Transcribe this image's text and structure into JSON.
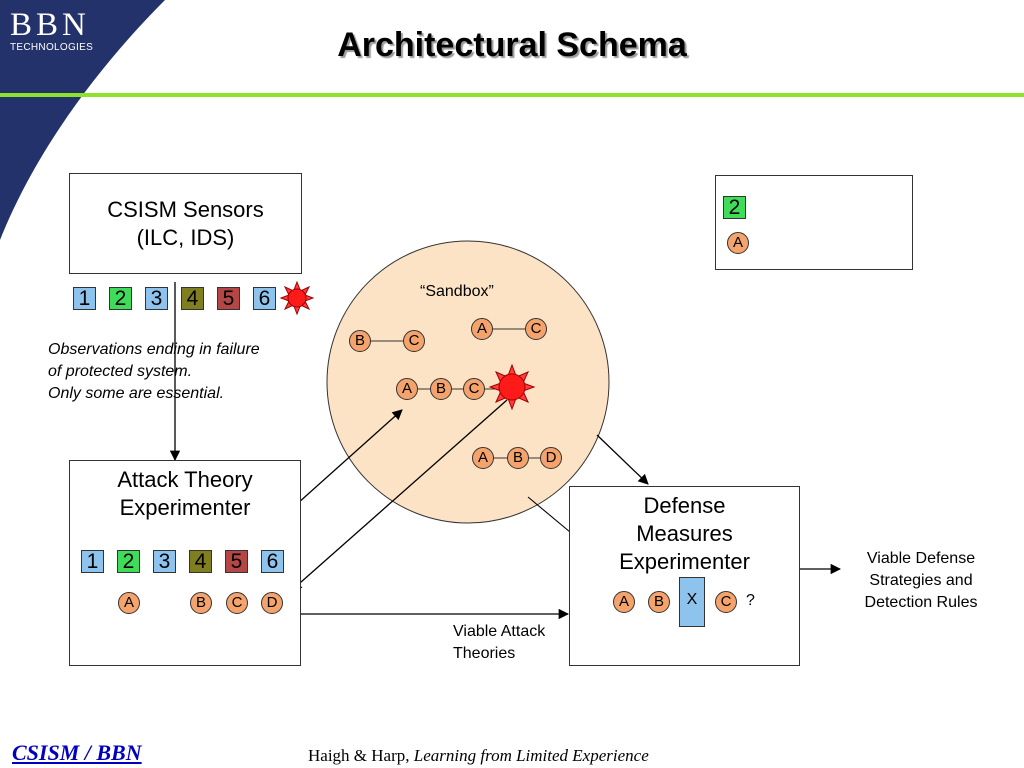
{
  "logo": {
    "main": "BBN",
    "sub": "TECHNOLOGIES"
  },
  "title": "Architectural Schema",
  "colors": {
    "num_1": "#8ec3ee",
    "num_2": "#3fdc5a",
    "num_3": "#8ec3ee",
    "num_4": "#7f7f20",
    "num_5": "#b54646",
    "num_6": "#8ec3ee",
    "circle": "#f4a36c",
    "sandbox": "#fde3c6",
    "star": "#ff1a1a",
    "accent_line": "#8fe22c",
    "navy": "#23326b",
    "x_box": "#8ec3ee"
  },
  "sensors": {
    "line1": "CSISM Sensors",
    "line2": "(ILC, IDS)",
    "nums": [
      "1",
      "2",
      "3",
      "4",
      "5",
      "6"
    ]
  },
  "observations": {
    "line1": "Observations ending in failure",
    "line2": "of protected system.",
    "line3": "Only some are essential."
  },
  "legend": {
    "num": "2",
    "circle": "A"
  },
  "sandbox": {
    "label": "“Sandbox”",
    "row1": [
      "B",
      "C"
    ],
    "row2": [
      "A",
      "C"
    ],
    "row3": [
      "A",
      "B",
      "C"
    ],
    "row4": [
      "A",
      "B",
      "D"
    ]
  },
  "attack": {
    "line1": "Attack Theory",
    "line2": "Experimenter",
    "nums": [
      "1",
      "2",
      "3",
      "4",
      "5",
      "6"
    ],
    "circles": [
      "A",
      "B",
      "C",
      "D"
    ]
  },
  "defense": {
    "line1": "Defense",
    "line2": "Measures",
    "line3": "Experimenter",
    "circles": [
      "A",
      "B",
      "C"
    ],
    "x": "X",
    "q": "?"
  },
  "viable_attack": {
    "line1": "Viable Attack",
    "line2": "Theories"
  },
  "viable_defense": {
    "line1": "Viable Defense",
    "line2": "Strategies and",
    "line3": "Detection Rules"
  },
  "footer": {
    "left": "CSISM / BBN",
    "authors": "Haigh & Harp, ",
    "paper": "Learning from Limited Experience"
  }
}
